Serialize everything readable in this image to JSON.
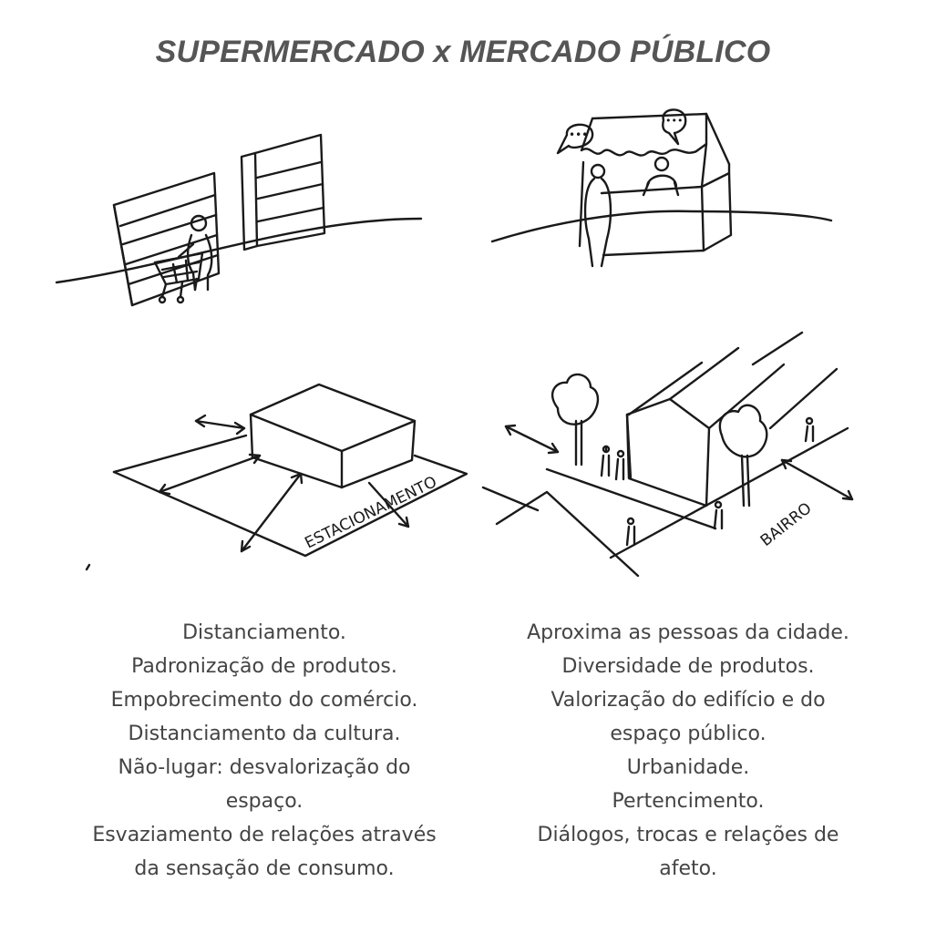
{
  "title": "SUPERMERCADO x MERCADO PÚBLICO",
  "sketches": {
    "supermarket_scene": {
      "icon": "supermarket-shelves-cart-sketch"
    },
    "market_scene": {
      "icon": "market-stall-conversation-sketch"
    },
    "supermarket_site": {
      "icon": "isolated-building-parking-sketch",
      "label": "ESTACIONAMENTO"
    },
    "market_site": {
      "icon": "integrated-building-neighborhood-sketch",
      "label": "BAIRRO"
    }
  },
  "supermercado_text": [
    "Distanciamento.",
    "Padronização de produtos.",
    "Empobrecimento do comércio.",
    "Distanciamento da cultura.",
    "Não-lugar: desvalorização do",
    "espaço.",
    "Esvaziamento de relações através",
    "da sensação de consumo."
  ],
  "mercado_text": [
    "Aproxima as pessoas da cidade.",
    "Diversidade de produtos.",
    "Valorização do edifício e do",
    "espaço público.",
    "Urbanidade.",
    "Pertencimento.",
    "Diálogos, trocas e relações de",
    "afeto."
  ]
}
